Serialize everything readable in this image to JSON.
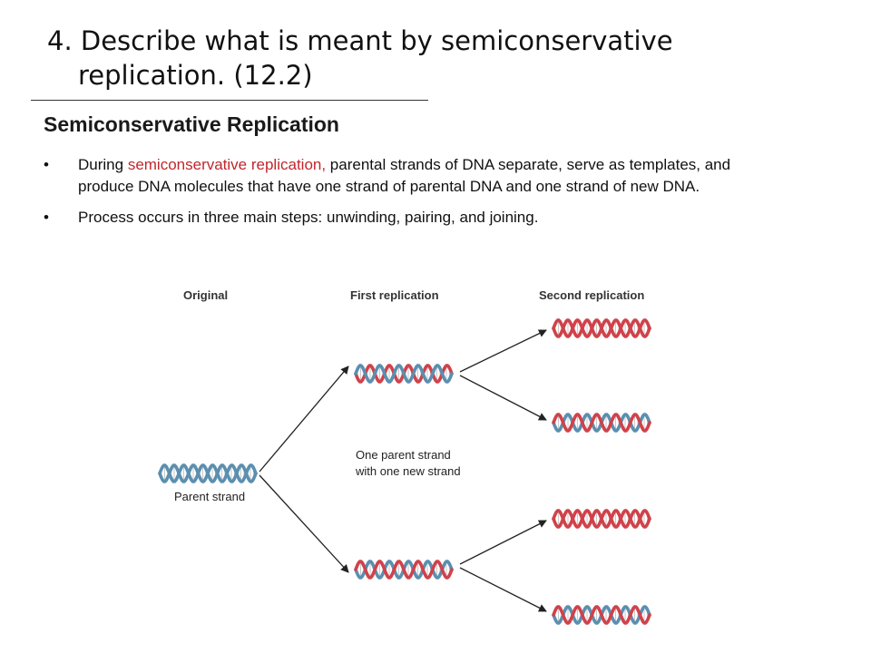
{
  "title": {
    "line1": "4. Describe what is meant by semiconservative",
    "line2": "replication. (12.2)"
  },
  "section_heading": "Semiconservative Replication",
  "bullets": [
    {
      "lead": "During ",
      "highlight": "semiconservative replication,",
      "rest": "  parental strands of DNA separate, serve as templates, and produce DNA molecules that have one strand of parental DNA and one strand of new DNA."
    },
    {
      "text": "Process occurs in three main steps: unwinding, pairing, and joining."
    }
  ],
  "diagram": {
    "columns": {
      "original": "Original",
      "first": "First replication",
      "second": "Second replication"
    },
    "parent_label": "Parent strand",
    "note_line1": "One parent strand",
    "note_line2": "with one new strand",
    "colors": {
      "parent_strand": "#5b8fb0",
      "new_strand": "#d0424a",
      "arrow": "#222222"
    }
  }
}
